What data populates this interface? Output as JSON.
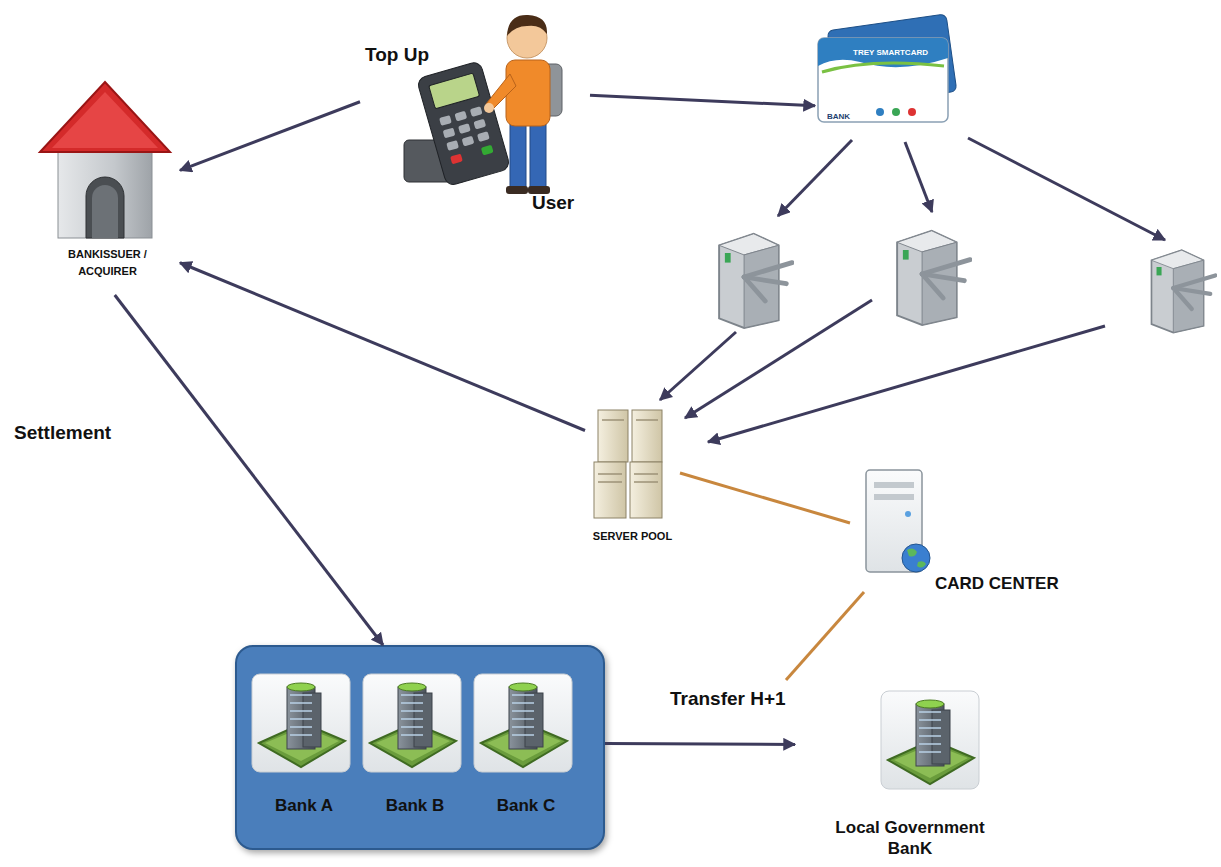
{
  "diagram": {
    "nodes": [
      {
        "text": [
          "Top Up",
          "User"
        ]
      },
      {
        "text": [
          "BANKISSUER / ACQUIRER"
        ]
      },
      {
        "text": [
          "TREY SMARTCARD",
          "BANK"
        ]
      },
      {
        "text": [
          "SERVER POOL"
        ]
      },
      {
        "text": [
          "CARD CENTER"
        ]
      },
      {
        "text": []
      },
      {
        "text": [
          "Bank A"
        ],
        "in": 5
      },
      {
        "text": [
          "Bank B"
        ],
        "in": 5
      },
      {
        "text": [
          "Bank C"
        ],
        "in": 5
      },
      {
        "text": [
          "Local Government BanK"
        ]
      }
    ],
    "edges": [
      {
        "from": 0,
        "to": 1,
        "arrow": "to"
      },
      {
        "from": 0,
        "to": 2,
        "arrow": "to"
      },
      {
        "from": 3,
        "to": 1,
        "arrow": "to"
      },
      {
        "from": 1,
        "to": 5,
        "label": "Settlement",
        "arrow": "to"
      },
      {
        "from": 3,
        "to": 4,
        "arrow": "none"
      },
      {
        "from": 5,
        "to": 9,
        "label": "Transfer H+1",
        "arrow": "to"
      }
    ]
  }
}
